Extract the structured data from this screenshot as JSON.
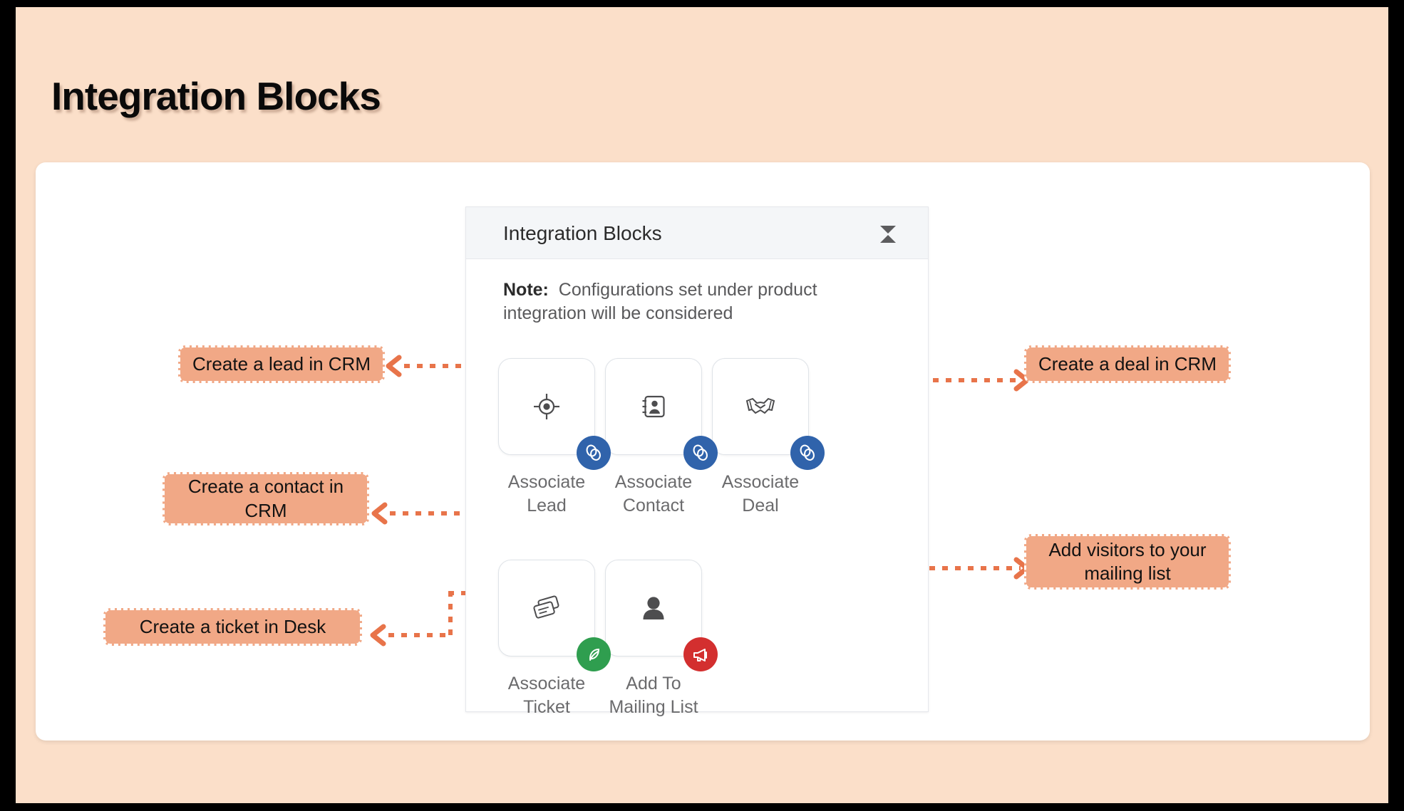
{
  "page": {
    "title": "Integration Blocks",
    "background_color": "#fbdfc9",
    "canvas_color": "#ffffff",
    "border_color": "#000000"
  },
  "widget": {
    "header_title": "Integration Blocks",
    "header_background": "#f4f6f8",
    "collapse_icon": "collapse-icon",
    "note_label": "Note:",
    "note_text": "Configurations set under product integration will be considered"
  },
  "blocks": [
    {
      "id": "associate-lead",
      "label": "Associate\nLead",
      "glyph": "target-crosshair-icon",
      "badge": {
        "name": "link-rings-icon",
        "color": "#3063ab"
      }
    },
    {
      "id": "associate-contact",
      "label": "Associate\nContact",
      "glyph": "contact-card-icon",
      "badge": {
        "name": "link-rings-icon",
        "color": "#3063ab"
      }
    },
    {
      "id": "associate-deal",
      "label": "Associate\nDeal",
      "glyph": "handshake-icon",
      "badge": {
        "name": "link-rings-icon",
        "color": "#3063ab"
      }
    },
    {
      "id": "associate-ticket",
      "label": "Associate\nTicket",
      "glyph": "tickets-icon",
      "badge": {
        "name": "desk-leaf-icon",
        "color": "#2f9e4f"
      }
    },
    {
      "id": "add-to-mailing-list",
      "label": "Add To\nMailing List",
      "glyph": "person-icon",
      "badge": {
        "name": "megaphone-icon",
        "color": "#d32f2f"
      }
    }
  ],
  "callouts": [
    {
      "id": "create-lead",
      "text": "Create a lead in CRM",
      "side": "left"
    },
    {
      "id": "create-contact",
      "text": "Create a contact in\nCRM",
      "side": "left"
    },
    {
      "id": "create-ticket",
      "text": "Create a ticket in Desk",
      "side": "left"
    },
    {
      "id": "create-deal",
      "text": "Create a deal in CRM",
      "side": "right"
    },
    {
      "id": "add-visitors",
      "text": "Add visitors to your\nmailing list",
      "side": "right"
    }
  ],
  "connector": {
    "color": "#e8744a",
    "style": "dotted"
  }
}
